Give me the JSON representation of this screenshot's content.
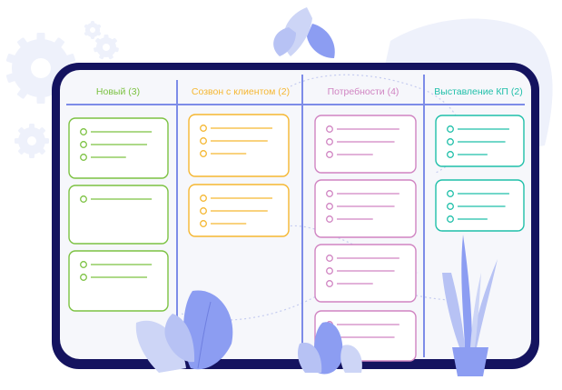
{
  "board": {
    "columns": [
      {
        "title": "Новый (3)",
        "color": "#7cc242",
        "cards": [
          {
            "rows": 3
          },
          {
            "rows": 1
          },
          {
            "rows": 2
          }
        ]
      },
      {
        "title": "Созвон с клиентом (2)",
        "color": "#f5b731",
        "cards": [
          {
            "rows": 3
          },
          {
            "rows": 3
          }
        ]
      },
      {
        "title": "Потребности (4)",
        "color": "#d084c2",
        "cards": [
          {
            "rows": 3
          },
          {
            "rows": 3
          },
          {
            "rows": 3
          },
          {
            "rows": 2
          }
        ]
      },
      {
        "title": "Выставление КП (2)",
        "color": "#1fbfa9",
        "cards": [
          {
            "rows": 3
          },
          {
            "rows": 3
          }
        ]
      }
    ],
    "frame_color": "#14135f",
    "divider_color": "#7d8ce8",
    "plant_color": "#8c9df2",
    "gear_color": "#eef1fb",
    "blob_color": "#eef1fb"
  }
}
